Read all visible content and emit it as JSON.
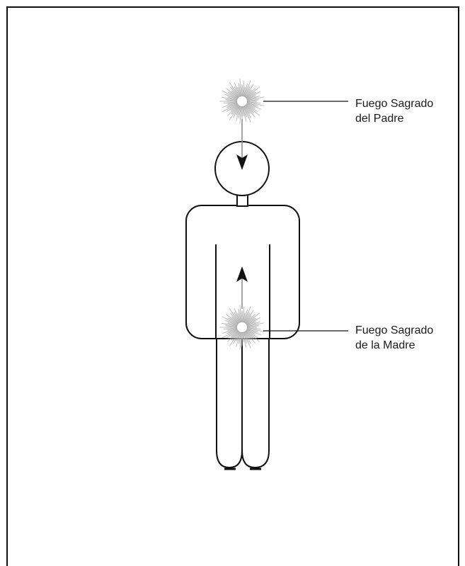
{
  "labels": {
    "father": {
      "line1": "Fuego Sagrado",
      "line2": "del Padre"
    },
    "mother": {
      "line1": "Fuego Sagrado",
      "line2": "de la Madre"
    }
  },
  "colors": {
    "stroke": "#111111",
    "glow_core": "#ffffff",
    "glow_ray": "#9a9a9a"
  }
}
